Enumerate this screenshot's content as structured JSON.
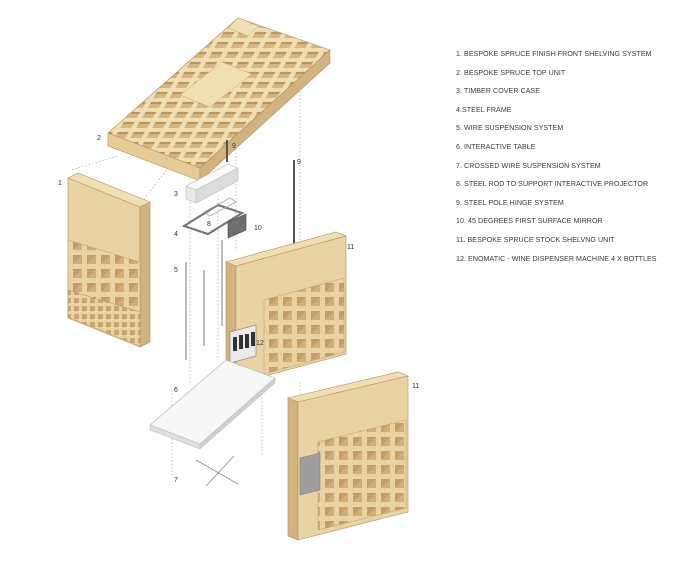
{
  "diagram": {
    "part_labels": {
      "n1": "1",
      "n2": "2",
      "n3": "3",
      "n4": "4",
      "n5": "5",
      "n6": "6",
      "n7": "7",
      "n8": "8",
      "n9a": "9",
      "n9b": "9",
      "n10": "10",
      "n11a": "11",
      "n11b": "11",
      "n12": "12"
    },
    "legend": [
      "1. BESPOKE SPRUCE FINISH FRONT SHELVING SYSTEM",
      "2. BESPOKE SPRUCE TOP UNIT",
      "3. TIMBER COVER CASE",
      "4.STEEL FRAME",
      "5. WIRE SUSPENSION SYSTEM",
      "6. INTERACTIVE TABLE",
      "7. CROSSED WIRE SUSPENSION SYSTEM",
      "8. STEEL ROD TO SUPPORT INTERACTIVE PROJECTOR",
      "9. STEEL POLE HINGE SYSTEM",
      "10. 45 DEGREES FIRST SURFACE MIRROR",
      "11. BESPOKE SPRUCE STOCK SHELVNG UNIT",
      "12. ENOMATIC - WINE DISPENSER MACHINE 4 X BOTTLES"
    ],
    "colors": {
      "wood_top": "#f1dfb4",
      "wood_front": "#ead3a2",
      "wood_side": "#d7b983",
      "wood_dark": "#c09a63",
      "steel": "#555555",
      "white_panel": "#f7f7f7"
    }
  }
}
